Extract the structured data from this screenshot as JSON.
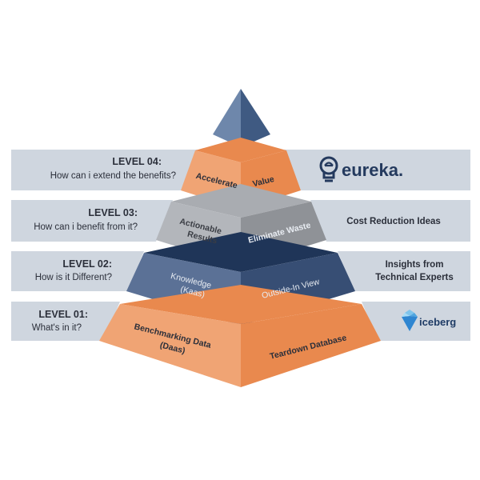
{
  "levels": {
    "l4": {
      "title": "LEVEL 04:",
      "question": "How can i extend the benefits?"
    },
    "l3": {
      "title": "LEVEL 03:",
      "question": "How can i benefit from it?"
    },
    "l2": {
      "title": "LEVEL 02:",
      "question": "How is it Different?"
    },
    "l1": {
      "title": "LEVEL 01:",
      "question": "What's in it?"
    }
  },
  "tiers": {
    "t4": {
      "left": "Accelerate",
      "right": "Value"
    },
    "t3": {
      "left1": "Actionable",
      "left2": "Results",
      "right": "Eliminate Waste"
    },
    "t2": {
      "left1": "Knowledge",
      "left2": "(Kaas)",
      "right": "Outside-In View"
    },
    "t1": {
      "left1": "Benchmarking Data",
      "left2": "(Daas)",
      "right": "Teardown Database"
    }
  },
  "right_panels": {
    "p4": {
      "logo": "eureka."
    },
    "p3": {
      "text": "Cost Reduction Ideas"
    },
    "p2": {
      "line1": "Insights from",
      "line2": "Technical Experts"
    },
    "p1": {
      "logo": "iceberg"
    }
  },
  "colors": {
    "panel": "#cfd6df",
    "orange_left": "#f0a474",
    "orange_right": "#e9894e",
    "grey_left": "#a9acb1",
    "grey_right": "#8f9297",
    "blue_left": "#5b7196",
    "blue_right": "#374e74",
    "navy_top": "#1f3558",
    "apex_left": "#6e87ab",
    "apex_right": "#3f5a82"
  },
  "icons": [
    "lightbulb-icon",
    "iceberg-icon"
  ]
}
